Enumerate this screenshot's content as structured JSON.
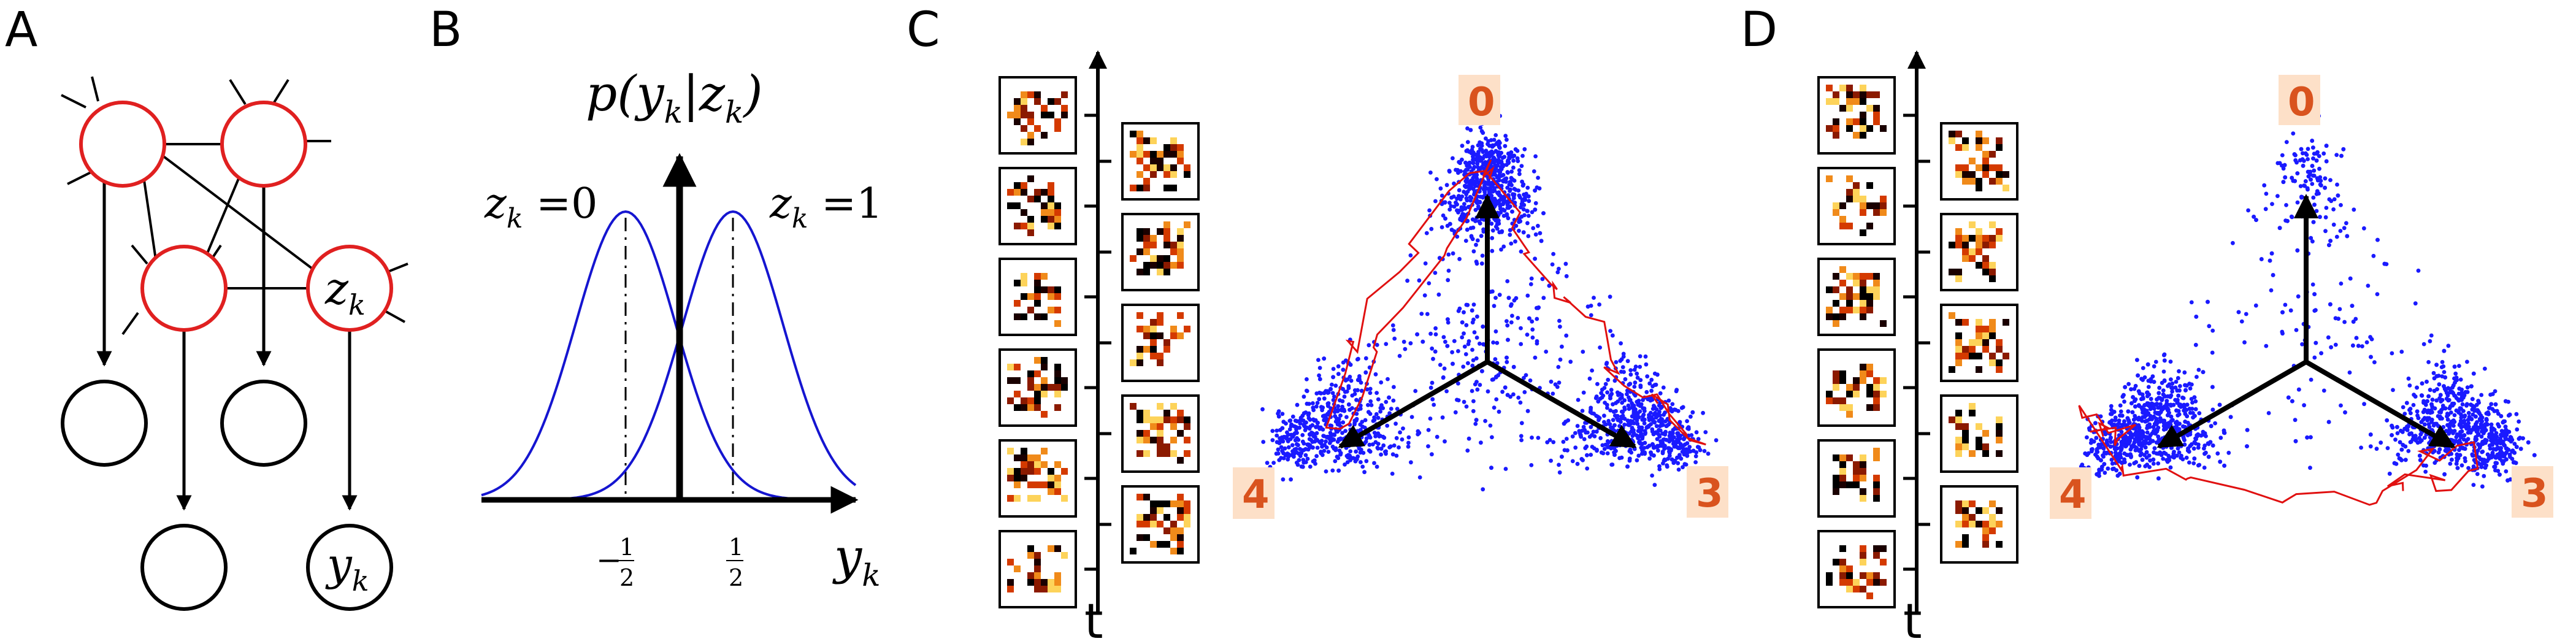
{
  "panels": {
    "a": {
      "letter": "A"
    },
    "b": {
      "letter": "B"
    },
    "c": {
      "letter": "C"
    },
    "d": {
      "letter": "D"
    }
  },
  "graph": {
    "z_label": "z",
    "z_sub": "k",
    "y_label": "y",
    "y_sub": "k"
  },
  "gauss": {
    "title": "p(y",
    "title_sub1": "k",
    "title_mid": "|z",
    "title_sub2": "k",
    "title_end": ")",
    "left_curve": "z",
    "left_sub": "k",
    "left_eq": " =0",
    "right_curve": "z",
    "right_sub": "k",
    "right_eq": " =1",
    "tick_neg": "−",
    "tick_num": "1",
    "tick_den": "2",
    "axis_y": "y",
    "axis_sub": "k"
  },
  "panel_c": {
    "time_label": "t",
    "corner_labels": {
      "top": "0",
      "left": "4",
      "right": "3"
    },
    "left_column_digits": [
      "4",
      "0",
      "0",
      "8",
      "2",
      "2"
    ],
    "right_column_digits": [
      "4",
      "0",
      "0",
      "3",
      "3"
    ]
  },
  "panel_d": {
    "time_label": "t",
    "corner_labels": {
      "top": "0",
      "left": "4",
      "right": "3"
    },
    "left_column_digits": [
      "3",
      "3",
      "4",
      "4",
      "4",
      "4"
    ],
    "right_column_digits": [
      "3",
      "8",
      "4",
      "4",
      "4"
    ]
  },
  "colors": {
    "node_red": "#e02020",
    "curve_blue": "#1515d0",
    "scatter_blue": "#1a1aff",
    "trajectory_red": "#e01010",
    "tag_bg": "#fde0c8",
    "tag_fg": "#d9531e"
  }
}
